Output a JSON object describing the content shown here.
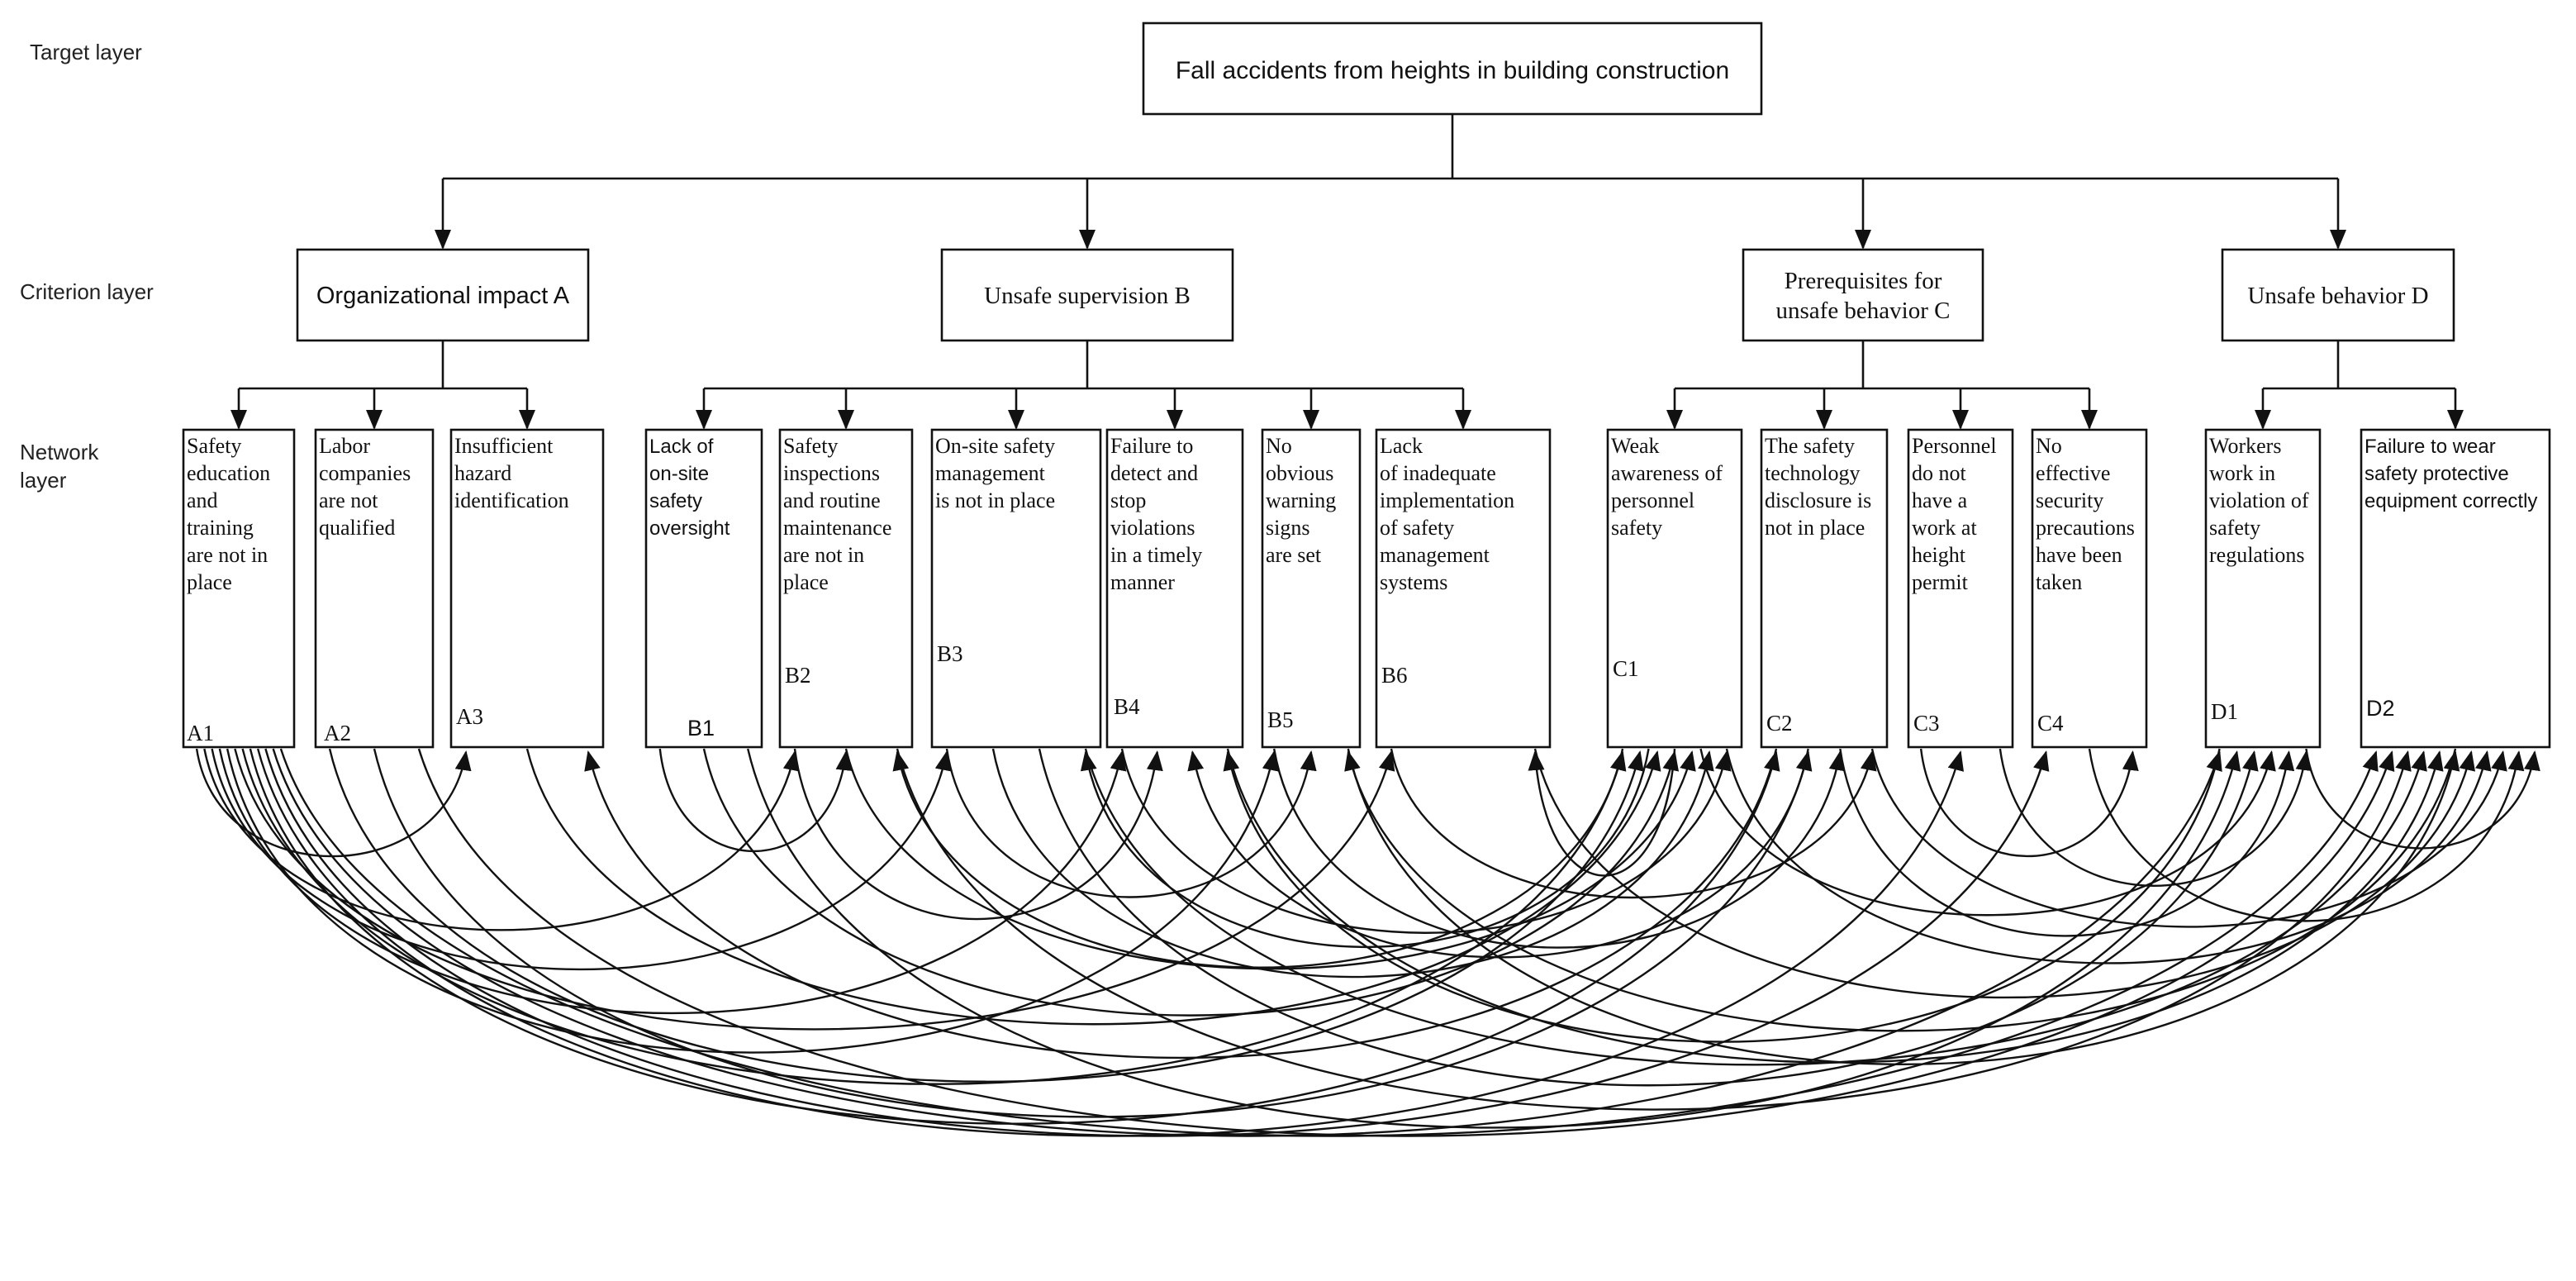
{
  "layers": {
    "target": "Target layer",
    "criterion": "Criterion layer",
    "network_line1": "Network",
    "network_line2": "layer"
  },
  "target": {
    "label": "Fall accidents from heights in building construction"
  },
  "criteria": [
    {
      "id": "A",
      "lines": [
        "Organizational impact A"
      ]
    },
    {
      "id": "B",
      "lines": [
        "Unsafe supervision B"
      ]
    },
    {
      "id": "C",
      "lines": [
        "Prerequisites for",
        "unsafe behavior C"
      ]
    },
    {
      "id": "D",
      "lines": [
        "Unsafe behavior D"
      ]
    }
  ],
  "factors": [
    {
      "id": "A1",
      "code": "A1",
      "lines": [
        "Safety",
        "education",
        "and",
        "training",
        "are not in",
        "place"
      ]
    },
    {
      "id": "A2",
      "code": "A2",
      "lines": [
        "Labor",
        "companies",
        "are not",
        "qualified"
      ]
    },
    {
      "id": "A3",
      "code": "A3",
      "lines": [
        "Insufficient",
        "hazard",
        "identification"
      ]
    },
    {
      "id": "B1",
      "code": "B1",
      "lines": [
        "Lack of",
        "on-site",
        "safety",
        "oversight"
      ]
    },
    {
      "id": "B2",
      "code": "B2",
      "lines": [
        "Safety",
        "inspections",
        "and routine",
        "maintenance",
        "are not in",
        "place"
      ]
    },
    {
      "id": "B3",
      "code": "B3",
      "lines": [
        "On-site safety",
        "management",
        "is not in place"
      ]
    },
    {
      "id": "B4",
      "code": "B4",
      "lines": [
        "Failure to",
        "detect and",
        "stop",
        "violations",
        "in a timely",
        "manner"
      ]
    },
    {
      "id": "B5",
      "code": "B5",
      "lines": [
        "No",
        "obvious",
        "warning",
        "signs",
        "are set"
      ]
    },
    {
      "id": "B6",
      "code": "B6",
      "lines": [
        "Lack",
        "of inadequate",
        "implementation",
        "of safety",
        "management",
        "systems"
      ]
    },
    {
      "id": "C1",
      "code": "C1",
      "lines": [
        "Weak",
        "awareness of",
        "personnel",
        "safety"
      ]
    },
    {
      "id": "C2",
      "code": "C2",
      "lines": [
        "The safety",
        "technology",
        "disclosure is",
        "not in place"
      ]
    },
    {
      "id": "C3",
      "code": "C3",
      "lines": [
        "Personnel",
        "do not",
        "have a",
        "work at",
        "height",
        "permit"
      ]
    },
    {
      "id": "C4",
      "code": "C4",
      "lines": [
        "No",
        "effective",
        "security",
        "precautions",
        "have been",
        "taken"
      ]
    },
    {
      "id": "D1",
      "code": "D1",
      "lines": [
        "Workers",
        "work in",
        "violation of",
        "safety",
        "regulations"
      ]
    },
    {
      "id": "D2",
      "code": "D2",
      "lines": [
        "Failure to wear",
        "safety protective",
        "equipment correctly"
      ]
    }
  ],
  "influence_edges": [
    [
      "A1",
      "A3"
    ],
    [
      "A1",
      "B2"
    ],
    [
      "A1",
      "B3"
    ],
    [
      "A1",
      "B4"
    ],
    [
      "A1",
      "B5"
    ],
    [
      "A1",
      "B6"
    ],
    [
      "A1",
      "C1"
    ],
    [
      "A1",
      "C2"
    ],
    [
      "A1",
      "C3"
    ],
    [
      "A1",
      "C4"
    ],
    [
      "A1",
      "D1"
    ],
    [
      "A1",
      "D2"
    ],
    [
      "A2",
      "C1"
    ],
    [
      "A2",
      "C2"
    ],
    [
      "A2",
      "D2"
    ],
    [
      "A3",
      "C1"
    ],
    [
      "B1",
      "B2"
    ],
    [
      "B1",
      "C1"
    ],
    [
      "B1",
      "D1"
    ],
    [
      "B2",
      "B4"
    ],
    [
      "B2",
      "C1"
    ],
    [
      "B2",
      "D2"
    ],
    [
      "B3",
      "B5"
    ],
    [
      "B3",
      "C1"
    ],
    [
      "B3",
      "D1"
    ],
    [
      "B3",
      "D2"
    ],
    [
      "B4",
      "C1"
    ],
    [
      "B4",
      "D2"
    ],
    [
      "B5",
      "C2"
    ],
    [
      "B5",
      "D2"
    ],
    [
      "B6",
      "C2"
    ],
    [
      "B6",
      "D2"
    ],
    [
      "C1",
      "B2"
    ],
    [
      "C1",
      "B3"
    ],
    [
      "C1",
      "B6"
    ],
    [
      "C1",
      "D1"
    ],
    [
      "C1",
      "D2"
    ],
    [
      "C2",
      "A3"
    ],
    [
      "C2",
      "B4"
    ],
    [
      "C2",
      "D1"
    ],
    [
      "C2",
      "D2"
    ],
    [
      "C3",
      "C4"
    ],
    [
      "C3",
      "D1"
    ],
    [
      "C4",
      "D2"
    ],
    [
      "D1",
      "B4"
    ],
    [
      "D1",
      "D2"
    ],
    [
      "D2",
      "B5"
    ]
  ]
}
